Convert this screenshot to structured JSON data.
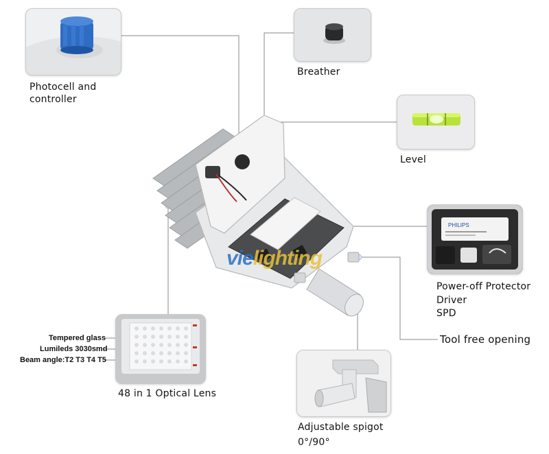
{
  "labels": {
    "photocell_1": "Photocell and",
    "photocell_2": "controller",
    "breather": "Breather",
    "level": "Level",
    "power_1": "Power-off Protector",
    "power_2": "Driver",
    "power_3": "SPD",
    "tool_free": "Tool free opening",
    "tempered": "Tempered glass",
    "lumileds": "Lumileds 3030smd",
    "beam": "Beam angle:T2 T3 T4 T5",
    "lens": "48 in 1 Optical Lens",
    "spigot_1": "Adjustable spigot",
    "spigot_2": "0°/90°"
  },
  "watermark": {
    "part1": "vie",
    "part2": "lighting"
  },
  "colors": {
    "line": "#8a8a8a",
    "dot": "#dbe8f8",
    "photocell": "#2f6dc4",
    "level": "#c8f03a"
  },
  "icons": [
    "photocell-icon",
    "breather-icon",
    "level-icon",
    "driver-icon",
    "lens-icon",
    "spigot-icon",
    "streetlight-icon"
  ]
}
